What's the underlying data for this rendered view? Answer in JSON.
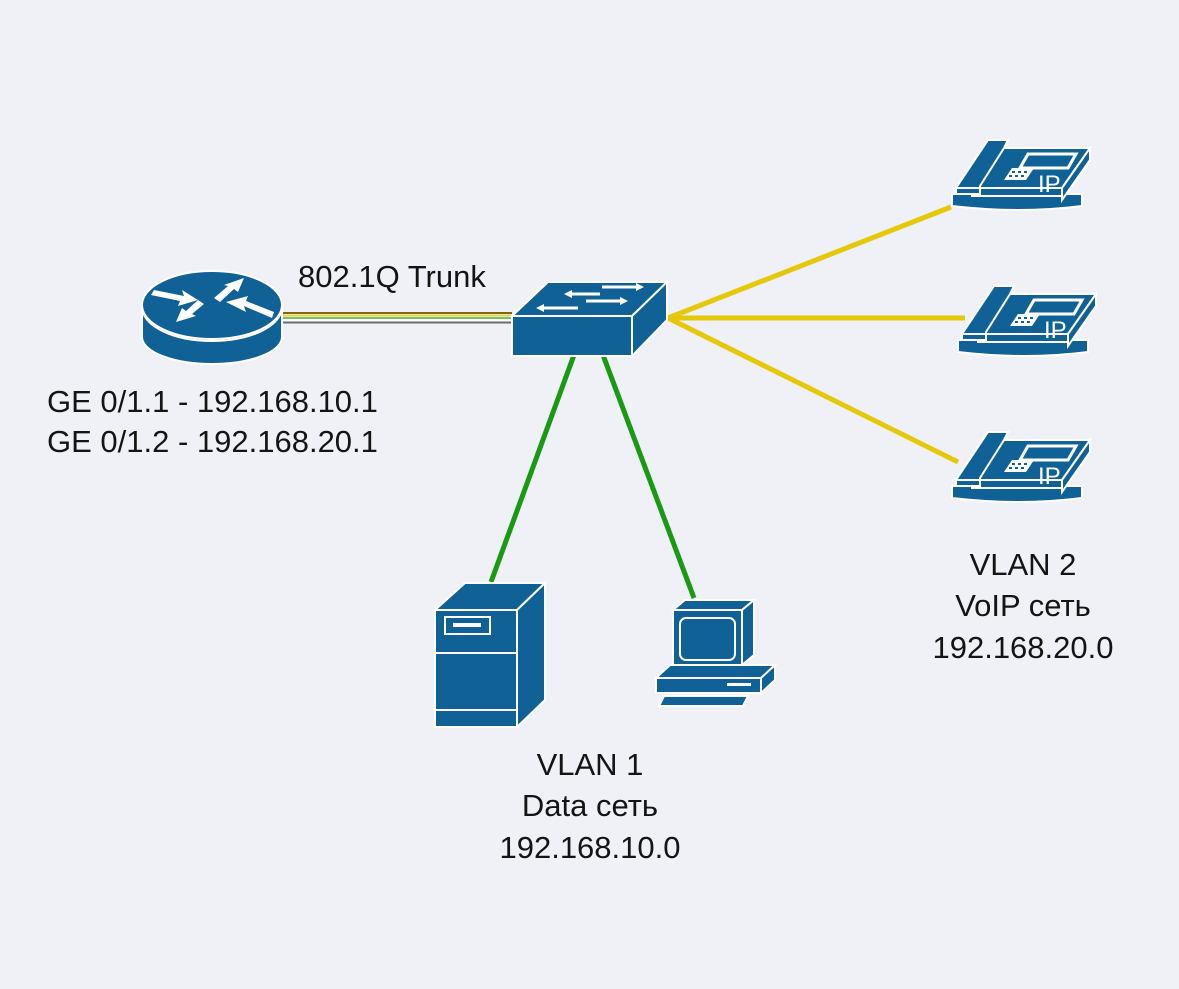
{
  "colors": {
    "background": "#f0f1f6",
    "device": "#0f6196",
    "device_outline": "#ffffff",
    "vlan1_link": "#1a9a12",
    "vlan2_link": "#e6c80a",
    "trunk_stripes": [
      "#7b6a13",
      "#f0d24a",
      "#7cc25a",
      "#ffffff",
      "#6b6b6b"
    ]
  },
  "links": {
    "trunk_label": "802.1Q Trunk"
  },
  "router": {
    "icon": "router-icon",
    "interfaces": [
      "GE 0/1.1 - 192.168.10.1",
      "GE 0/1.2 - 192.168.20.1"
    ]
  },
  "switch": {
    "icon": "switch-icon"
  },
  "vlan1": {
    "name": "VLAN 1",
    "description": "Data сеть",
    "subnet": "192.168.10.0",
    "devices": [
      "server-icon",
      "workstation-icon"
    ]
  },
  "vlan2": {
    "name": "VLAN 2",
    "description": "VoIP сеть",
    "subnet": "192.168.20.0",
    "phone_badge": "IP",
    "devices": [
      "ip-phone-icon",
      "ip-phone-icon",
      "ip-phone-icon"
    ]
  }
}
